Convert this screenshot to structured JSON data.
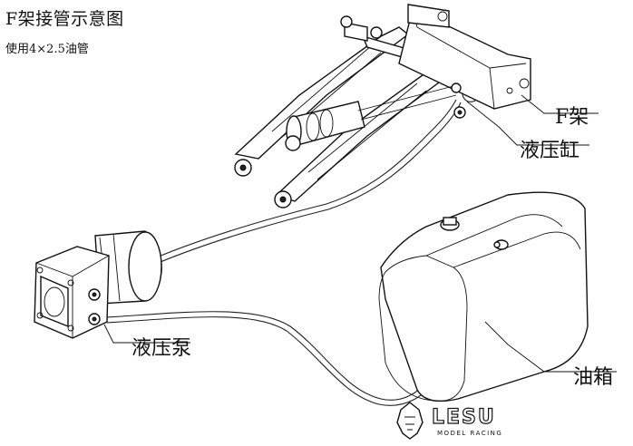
{
  "title": "F架接管示意图",
  "subtitle": "使用4×2.5油管",
  "labels": {
    "frame": "F架",
    "cylinder": "液压缸",
    "pump": "液压泵",
    "tank": "油箱"
  },
  "logo": {
    "brand": "LESU",
    "tagline": "MODEL RACING"
  },
  "colors": {
    "line": "#111111",
    "background": "#ffffff"
  }
}
